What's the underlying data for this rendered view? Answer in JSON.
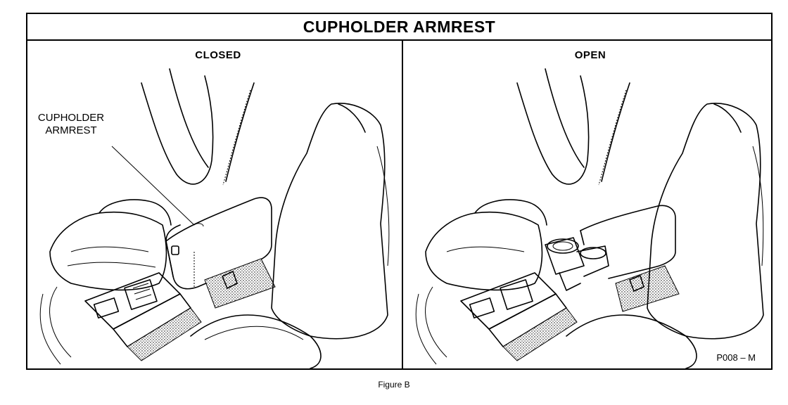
{
  "title": "CUPHOLDER ARMREST",
  "panels": {
    "closed": {
      "label": "CLOSED",
      "callout": [
        "CUPHOLDER",
        "ARMREST"
      ]
    },
    "open": {
      "label": "OPEN"
    }
  },
  "figure_code": "P008 – M",
  "caption": "Figure B"
}
